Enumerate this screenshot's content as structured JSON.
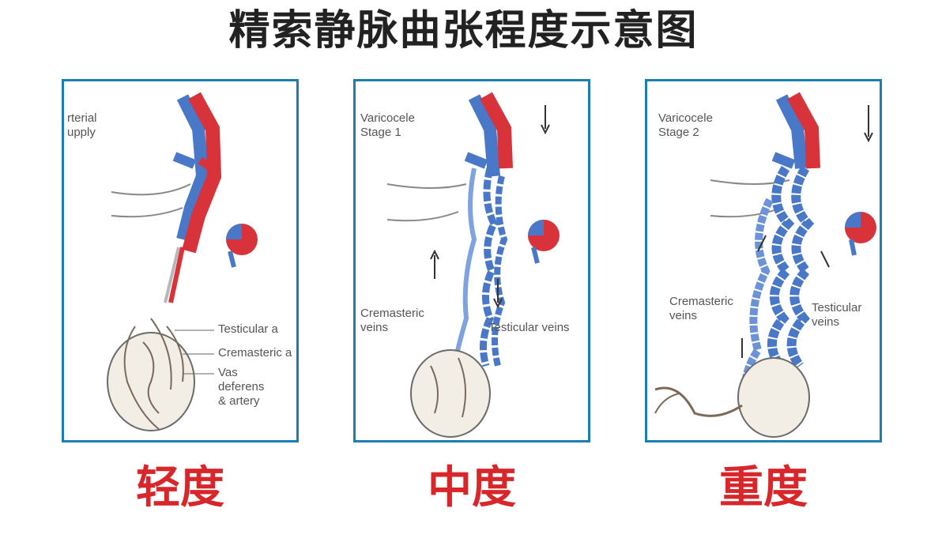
{
  "title": "精索静脉曲张程度示意图",
  "panels": [
    {
      "heading": "rterial\nupply",
      "labels": [
        "Testicular a",
        "Cremasteric a",
        "Vas\ndeferens\n& artery"
      ],
      "grade": "轻度"
    },
    {
      "heading": "Varicocele\nStage 1",
      "labels": [
        "Cremasteric\nveins",
        "Testicular veins"
      ],
      "grade": "中度"
    },
    {
      "heading": "Varicocele\nStage 2",
      "labels": [
        "Cremasteric\nveins",
        "Testicular\nveins"
      ],
      "grade": "重度"
    }
  ],
  "colors": {
    "artery": "#d8333a",
    "vein": "#4a78c8",
    "frame": "#1a7fb0",
    "grade_text": "#d9262b"
  }
}
